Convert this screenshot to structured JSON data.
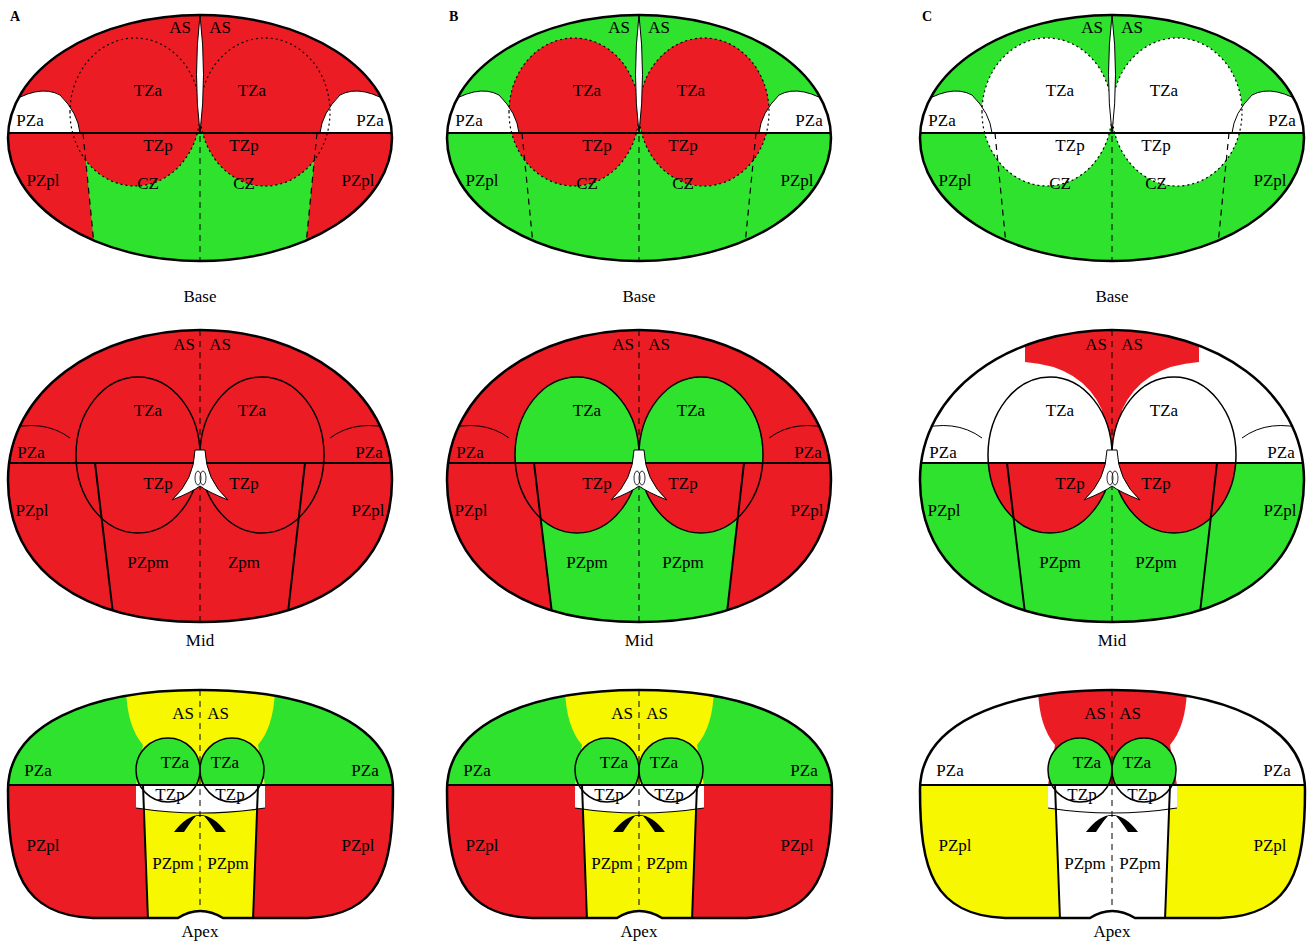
{
  "diagram": {
    "labels": [
      "A",
      "AS",
      "AS",
      "TZa",
      "TZa",
      "PZa",
      "PZa",
      "TZp",
      "TZp",
      "PZpl",
      "CZ",
      "CZ",
      "PZpl",
      "Base",
      "AS",
      "AS",
      "TZa",
      "TZa",
      "PZa",
      "PZa",
      "TZp",
      "TZp",
      "PZpl",
      "PZpl",
      "PZpm",
      "Zpm",
      "Mid",
      "AS",
      "AS",
      "PZa",
      "TZa",
      "TZa",
      "PZa",
      "TZp",
      "TZp",
      "PZpl",
      "PZpm",
      "PZpm",
      "PZpl",
      "Apex",
      "B",
      "AS",
      "AS",
      "TZa",
      "TZa",
      "PZa",
      "PZa",
      "TZp",
      "TZp",
      "PZpl",
      "CZ",
      "CZ",
      "PZpl",
      "Base",
      "AS",
      "AS",
      "TZa",
      "TZa",
      "PZa",
      "PZa",
      "TZp",
      "TZp",
      "PZpl",
      "PZpl",
      "PZpm",
      "PZpm",
      "Mid",
      "AS",
      "AS",
      "PZa",
      "TZa",
      "TZa",
      "PZa",
      "TZp",
      "TZp",
      "PZpl",
      "PZpm",
      "PZpm",
      "PZpl",
      "Apex",
      "C",
      "AS",
      "AS",
      "TZa",
      "TZa",
      "PZa",
      "PZa",
      "TZp",
      "TZp",
      "PZpl",
      "CZ",
      "CZ",
      "PZpl",
      "Base",
      "AS",
      "AS",
      "TZa",
      "TZa",
      "PZa",
      "PZa",
      "TZp",
      "TZp",
      "PZpl",
      "PZpl",
      "PZpm",
      "PZpm",
      "Mid",
      "AS",
      "AS",
      "PZa",
      "TZa",
      "TZa",
      "PZa",
      "TZp",
      "TZp",
      "PZpl",
      "PZpm",
      "PZpm",
      "PZpl",
      "Apex"
    ]
  }
}
